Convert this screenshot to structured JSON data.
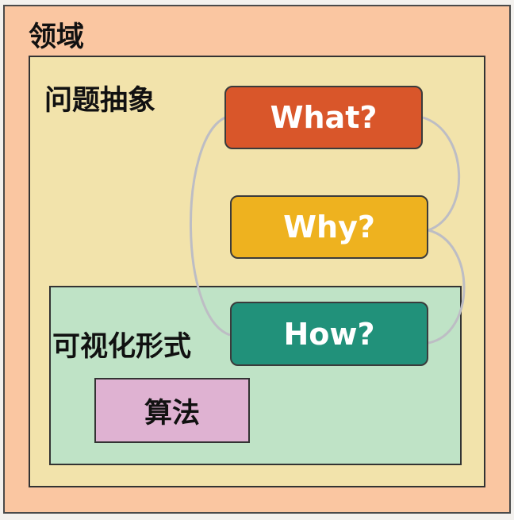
{
  "domain": {
    "label": "领域"
  },
  "abstraction": {
    "label": "问题抽象"
  },
  "visual_encoding": {
    "label": "可视化形式"
  },
  "algorithm": {
    "label": "算法"
  },
  "questions": {
    "what": "What?",
    "why": "Why?",
    "how": "How?"
  },
  "colors": {
    "domain": "#fac6a1",
    "abstraction": "#f2e3ab",
    "visual_encoding": "#bfe3c6",
    "algorithm": "#dfb2d2",
    "what": "#d9562a",
    "why": "#eeb21f",
    "how": "#21917a",
    "connector": "#bdbdc4"
  }
}
